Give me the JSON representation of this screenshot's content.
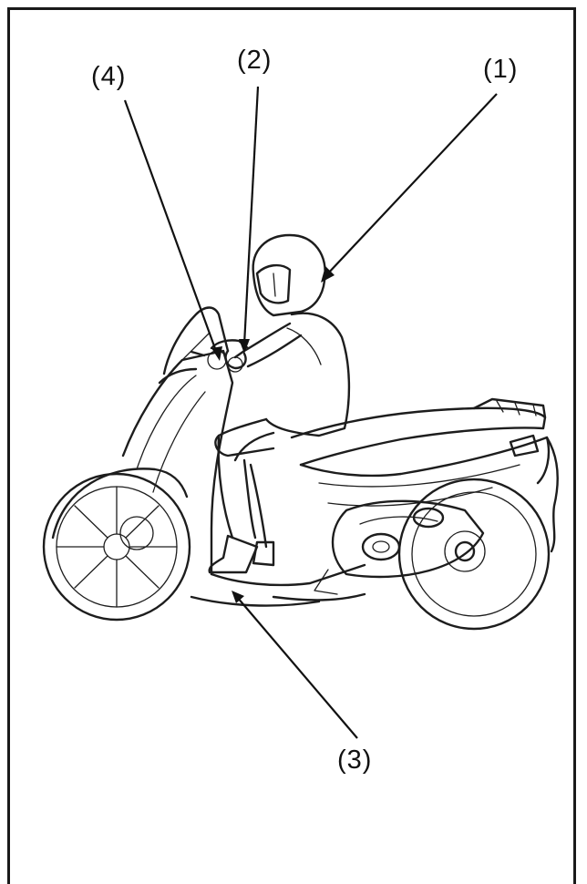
{
  "callouts": {
    "c1": "(1)",
    "c2": "(2)",
    "c3": "(3)",
    "c4": "(4)"
  },
  "colors": {
    "ink": "#1d1d1d",
    "paper": "#ffffff",
    "frame": "#1a1a1a"
  }
}
